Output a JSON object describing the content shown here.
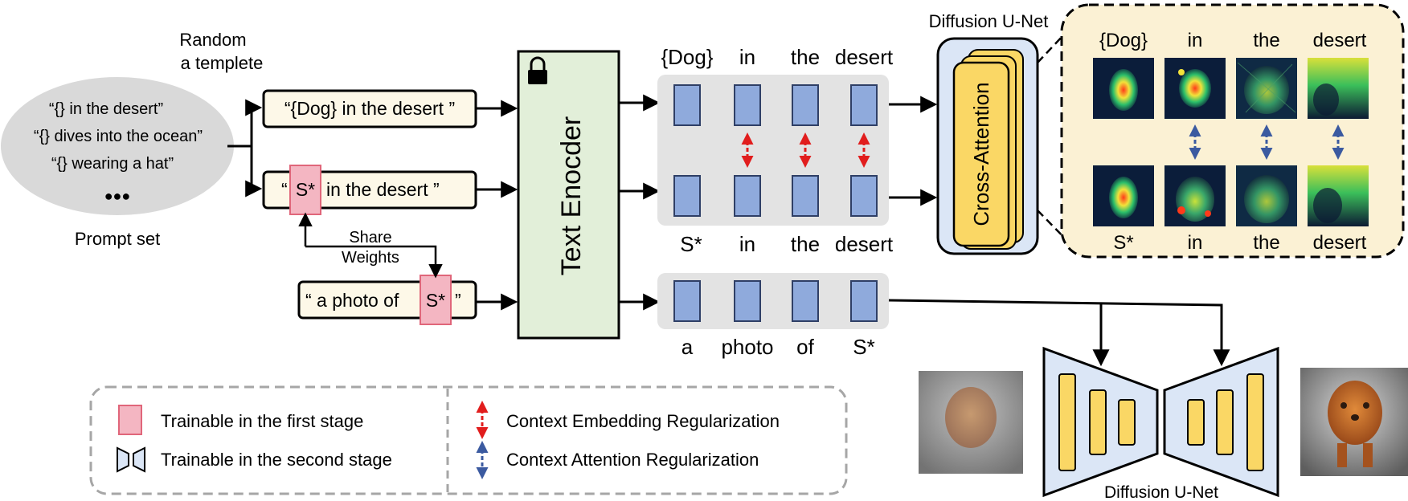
{
  "prompt_set": {
    "header_line1": "Random",
    "header_line2": "a templete",
    "items": [
      "“{} in the desert”",
      "“{} dives into the ocean”",
      "“{} wearing a hat”"
    ],
    "ellipsis": "●●●",
    "label": "Prompt set"
  },
  "prompts": {
    "dog": "“{Dog} in the desert ”",
    "s_open": "“",
    "s_token": "S*",
    "s_rest": "in the desert ”",
    "photo_prefix": "“ a photo of",
    "photo_token": "S*",
    "photo_suffix": "”"
  },
  "share_weights": {
    "line1": "Share",
    "line2": "Weights"
  },
  "text_encoder": {
    "label": "Text  Enocder"
  },
  "token_rows": {
    "top": [
      "{Dog}",
      "in",
      "the",
      "desert"
    ],
    "middle": [
      "S*",
      "in",
      "the",
      "desert"
    ],
    "bottom": [
      "a",
      "photo",
      "of",
      "S*"
    ]
  },
  "unet_top": {
    "title": "Diffusion U-Net",
    "cross_attention": "Cross-Attention"
  },
  "attention_panel": {
    "top_words": [
      "{Dog}",
      "in",
      "the",
      "desert"
    ],
    "bottom_words": [
      "S*",
      "in",
      "the",
      "desert"
    ]
  },
  "legend": {
    "trainable_first": "Trainable in the first stage",
    "trainable_second": "Trainable in the second stage",
    "context_embedding": "Context Embedding Regularization",
    "context_attention": "Context Attention Regularization"
  },
  "unet_bottom": {
    "label": "Diffusion U-Net"
  },
  "colors": {
    "token_blue": "#8faadc",
    "trainable_pink": "#f4b6c2",
    "encoder_green": "#e2efd9",
    "attention_panel_bg": "#fbf1d4",
    "unet_bar_yellow": "#fad765",
    "unet_box_blue": "#dbe6f6",
    "reg_red": "#e11d1d",
    "reg_blue": "#3b5aa0"
  }
}
